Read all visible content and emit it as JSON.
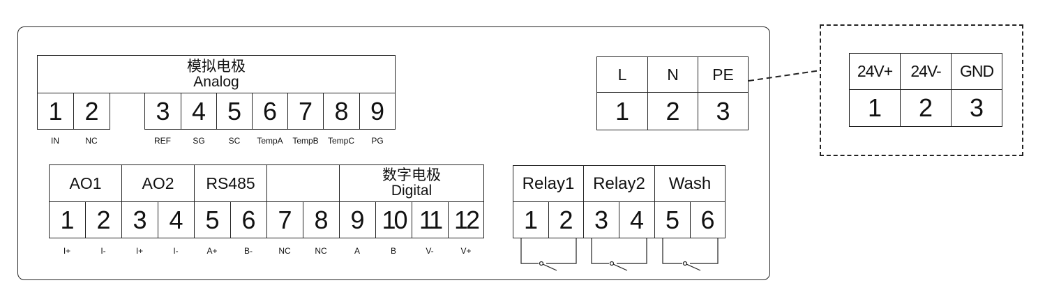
{
  "analog": {
    "title_cn": "模拟电极",
    "title_en": "Analog",
    "terminals": [
      "1",
      "2",
      "3",
      "4",
      "5",
      "6",
      "7",
      "8",
      "9"
    ],
    "pins": [
      "IN",
      "NC",
      "REF",
      "SG",
      "SC",
      "TempA",
      "TempB",
      "TempC",
      "PG"
    ]
  },
  "power": {
    "labels": [
      "L",
      "N",
      "PE"
    ],
    "terminals": [
      "1",
      "2",
      "3"
    ]
  },
  "dc_power": {
    "labels": [
      "24V+",
      "24V-",
      "GND"
    ],
    "terminals": [
      "1",
      "2",
      "3"
    ]
  },
  "digital": {
    "groups": [
      "AO1",
      "AO2",
      "RS485"
    ],
    "title_cn": "数字电极",
    "title_en": "Digital",
    "terminals": [
      "1",
      "2",
      "3",
      "4",
      "5",
      "6",
      "7",
      "8",
      "9",
      "10",
      "11",
      "12"
    ],
    "pins": [
      "I+",
      "I-",
      "I+",
      "I-",
      "A+",
      "B-",
      "NC",
      "NC",
      "A",
      "B",
      "V-",
      "V+"
    ]
  },
  "relay": {
    "labels": [
      "Relay1",
      "Relay2",
      "Wash"
    ],
    "terminals": [
      "1",
      "2",
      "3",
      "4",
      "5",
      "6"
    ]
  }
}
